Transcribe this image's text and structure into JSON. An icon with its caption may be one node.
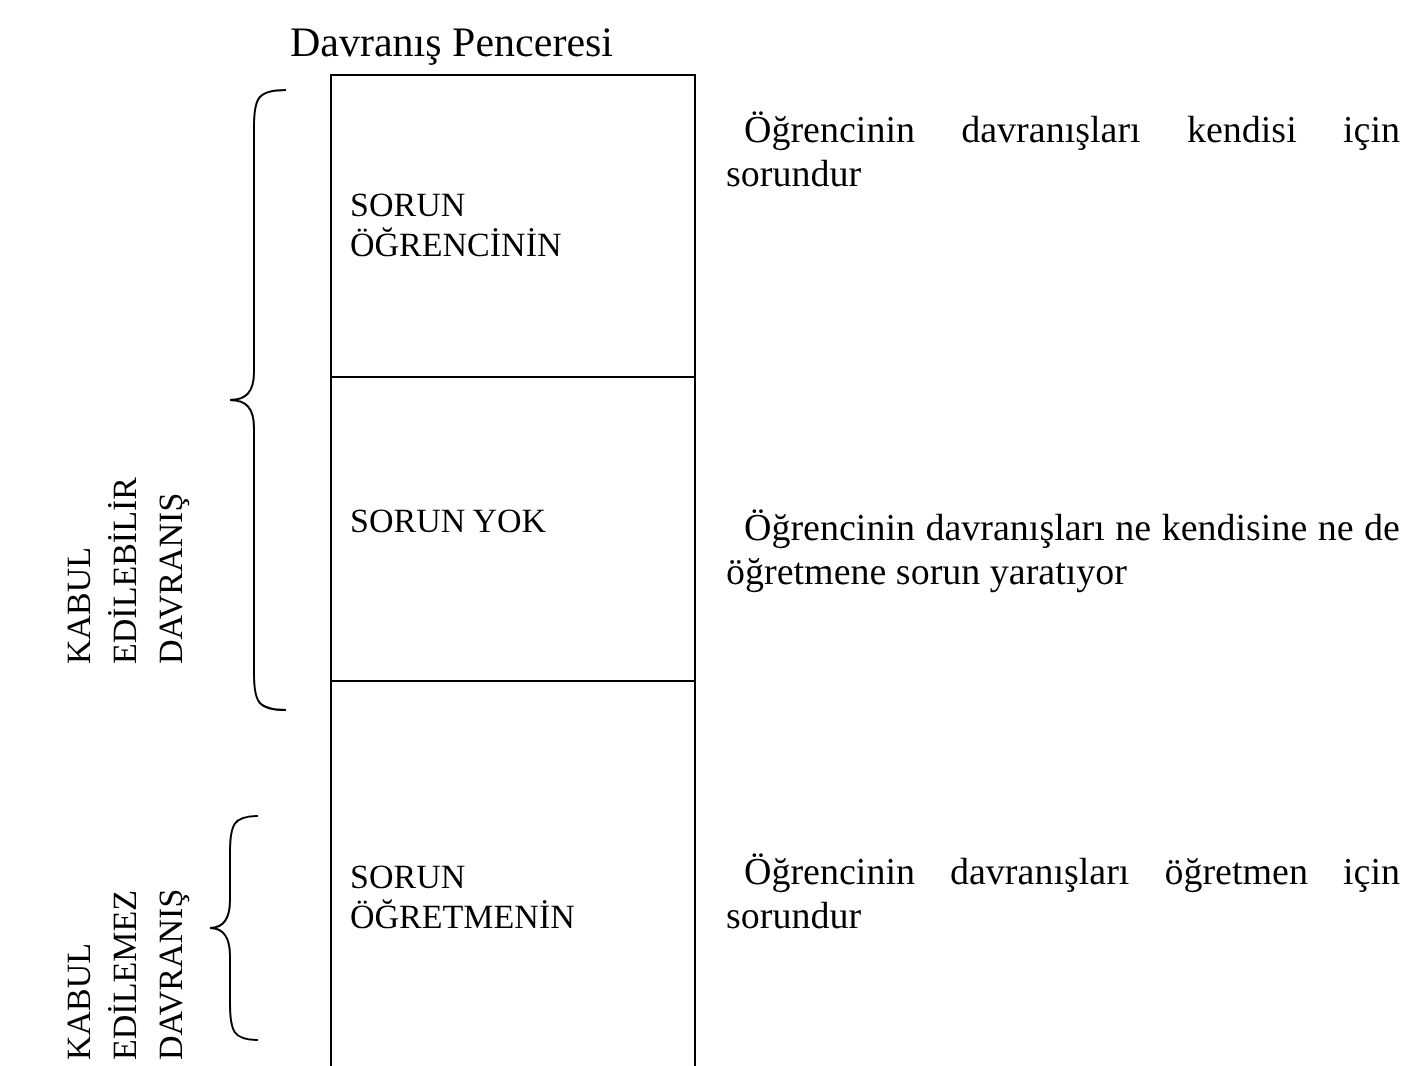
{
  "diagram": {
    "title": "Davranış Penceresi",
    "nodes": [
      {
        "text": [
          "SORUN ÖĞRENCİNİN"
        ],
        "beside": [
          "Öğrencinin davranışları kendisi için sorundur"
        ]
      },
      {
        "text": [
          "SORUN YOK"
        ],
        "beside": [
          "Öğrencinin davranışları ne kendisine ne de öğretmene sorun yaratıyor"
        ]
      },
      {
        "text": [
          "SORUN ÖĞRETMENİN"
        ],
        "beside": [
          "Öğrencinin davranışları öğretmen için sorundur"
        ]
      }
    ],
    "labels": [
      "KABUL EDİLEBİLİR DAVRANIŞ",
      "KABUL EDİLEMEZ DAVRANIŞ"
    ]
  }
}
